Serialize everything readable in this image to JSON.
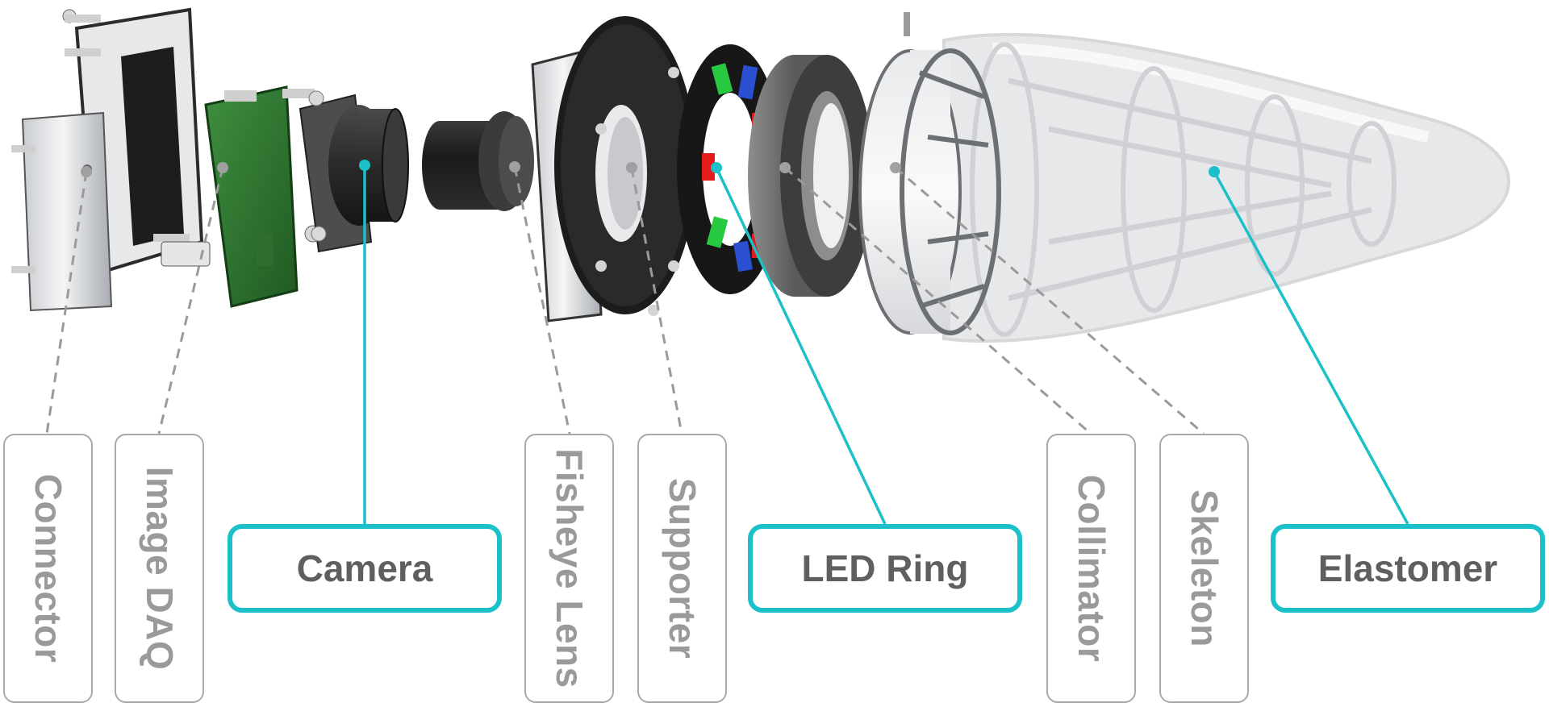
{
  "colors": {
    "accent": "#1cc0c8",
    "muted_border": "#a9a9a9",
    "muted_text": "#9a9a9a",
    "dark_text": "#5f5f5f",
    "leader_gray": "#9a9a9a"
  },
  "components": [
    {
      "id": "connector",
      "label": "Connector",
      "highlighted": false
    },
    {
      "id": "image-daq",
      "label": "Image DAQ",
      "highlighted": false
    },
    {
      "id": "camera",
      "label": "Camera",
      "highlighted": true
    },
    {
      "id": "fisheye-lens",
      "label": "Fisheye Lens",
      "highlighted": false
    },
    {
      "id": "supporter",
      "label": "Supporter",
      "highlighted": false
    },
    {
      "id": "led-ring",
      "label": "LED Ring",
      "highlighted": true
    },
    {
      "id": "collimator",
      "label": "Collimator",
      "highlighted": false
    },
    {
      "id": "skeleton",
      "label": "Skeleton",
      "highlighted": false
    },
    {
      "id": "elastomer",
      "label": "Elastomer",
      "highlighted": true
    }
  ]
}
